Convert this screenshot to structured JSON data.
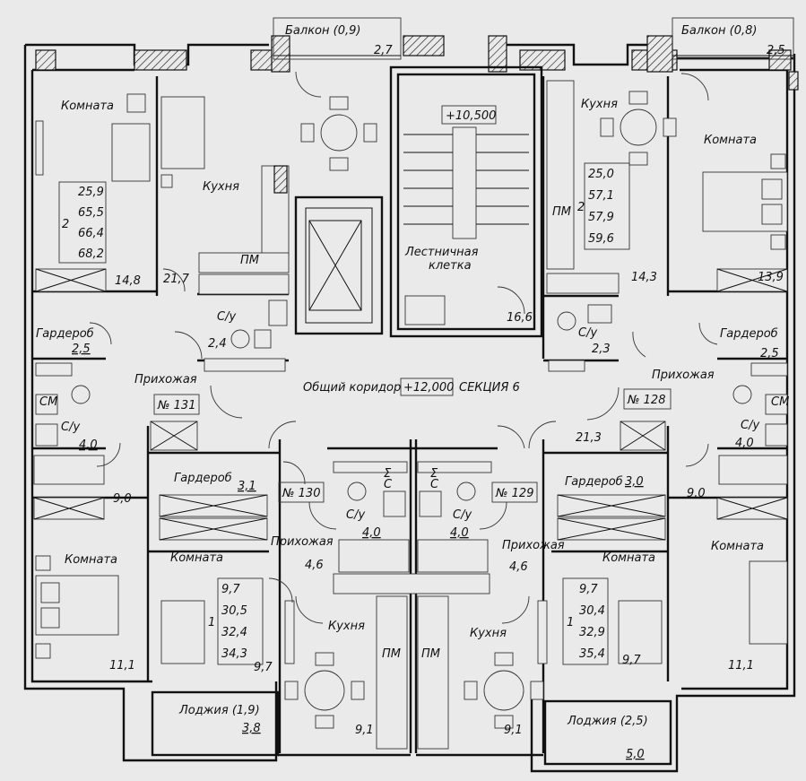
{
  "labels": {
    "balcony_left": "Балкон (0,9)",
    "balcony_left_area": "2,7",
    "balcony_right": "Балкон (0,8)",
    "balcony_right_area": "2,5",
    "level_stair": "+10,500",
    "stair": "Лестничная",
    "stair2": "клетка",
    "corridor": "Общий коридор",
    "corridor_level": "+12,000",
    "section": "СЕКЦИЯ 6",
    "room": "Комната",
    "kitchen": "Кухня",
    "wardrobe": "Гардероб",
    "bath": "С/у",
    "hall": "Прихожая",
    "loggia_left": "Лоджия (1,9)",
    "loggia_right": "Лоджия (2,5)",
    "pm": "ПМ",
    "sm": "СМ",
    "sigma": "Σ",
    "c": "С"
  },
  "apartments": [
    {
      "id": "131",
      "label": "№ 131",
      "rooms": "2",
      "areas": [
        "25,9",
        "65,5",
        "66,4",
        "68,2"
      ]
    },
    {
      "id": "128",
      "label": "№ 128",
      "rooms": "2",
      "areas": [
        "25,0",
        "57,1",
        "57,9",
        "59,6"
      ]
    },
    {
      "id": "130",
      "label": "№ 130",
      "rooms": "1",
      "areas": [
        "9,7",
        "30,5",
        "32,4",
        "34,3"
      ]
    },
    {
      "id": "129",
      "label": "№ 129",
      "rooms": "1",
      "areas": [
        "9,7",
        "30,4",
        "32,9",
        "35,4"
      ]
    }
  ],
  "areas": {
    "a14_8": "14,8",
    "a21_7": "21,7",
    "a2_5_tl": "2,5",
    "a2_4": "2,4",
    "a4_0_l": "4,0",
    "a9_0_l": "9,0",
    "a11_1_l": "11,1",
    "a3_1": "3,1",
    "a4_0_cl": "4,0",
    "a4_6_l": "4,6",
    "a9_7_l": "9,7",
    "a9_1_l": "9,1",
    "a3_8": "3,8",
    "a14_3": "14,3",
    "a13_9": "13,9",
    "a16_6": "16,6",
    "a2_3": "2,3",
    "a2_5_tr": "2,5",
    "a4_0_r": "4,0",
    "a21_3": "21,3",
    "a3_0": "3,0",
    "a9_0_r": "9,0",
    "a4_0_cr": "4,0",
    "a4_6_r": "4,6",
    "a9_7_r": "9,7",
    "a11_1_r": "11,1",
    "a9_1_r": "9,1",
    "a5_0": "5,0"
  }
}
